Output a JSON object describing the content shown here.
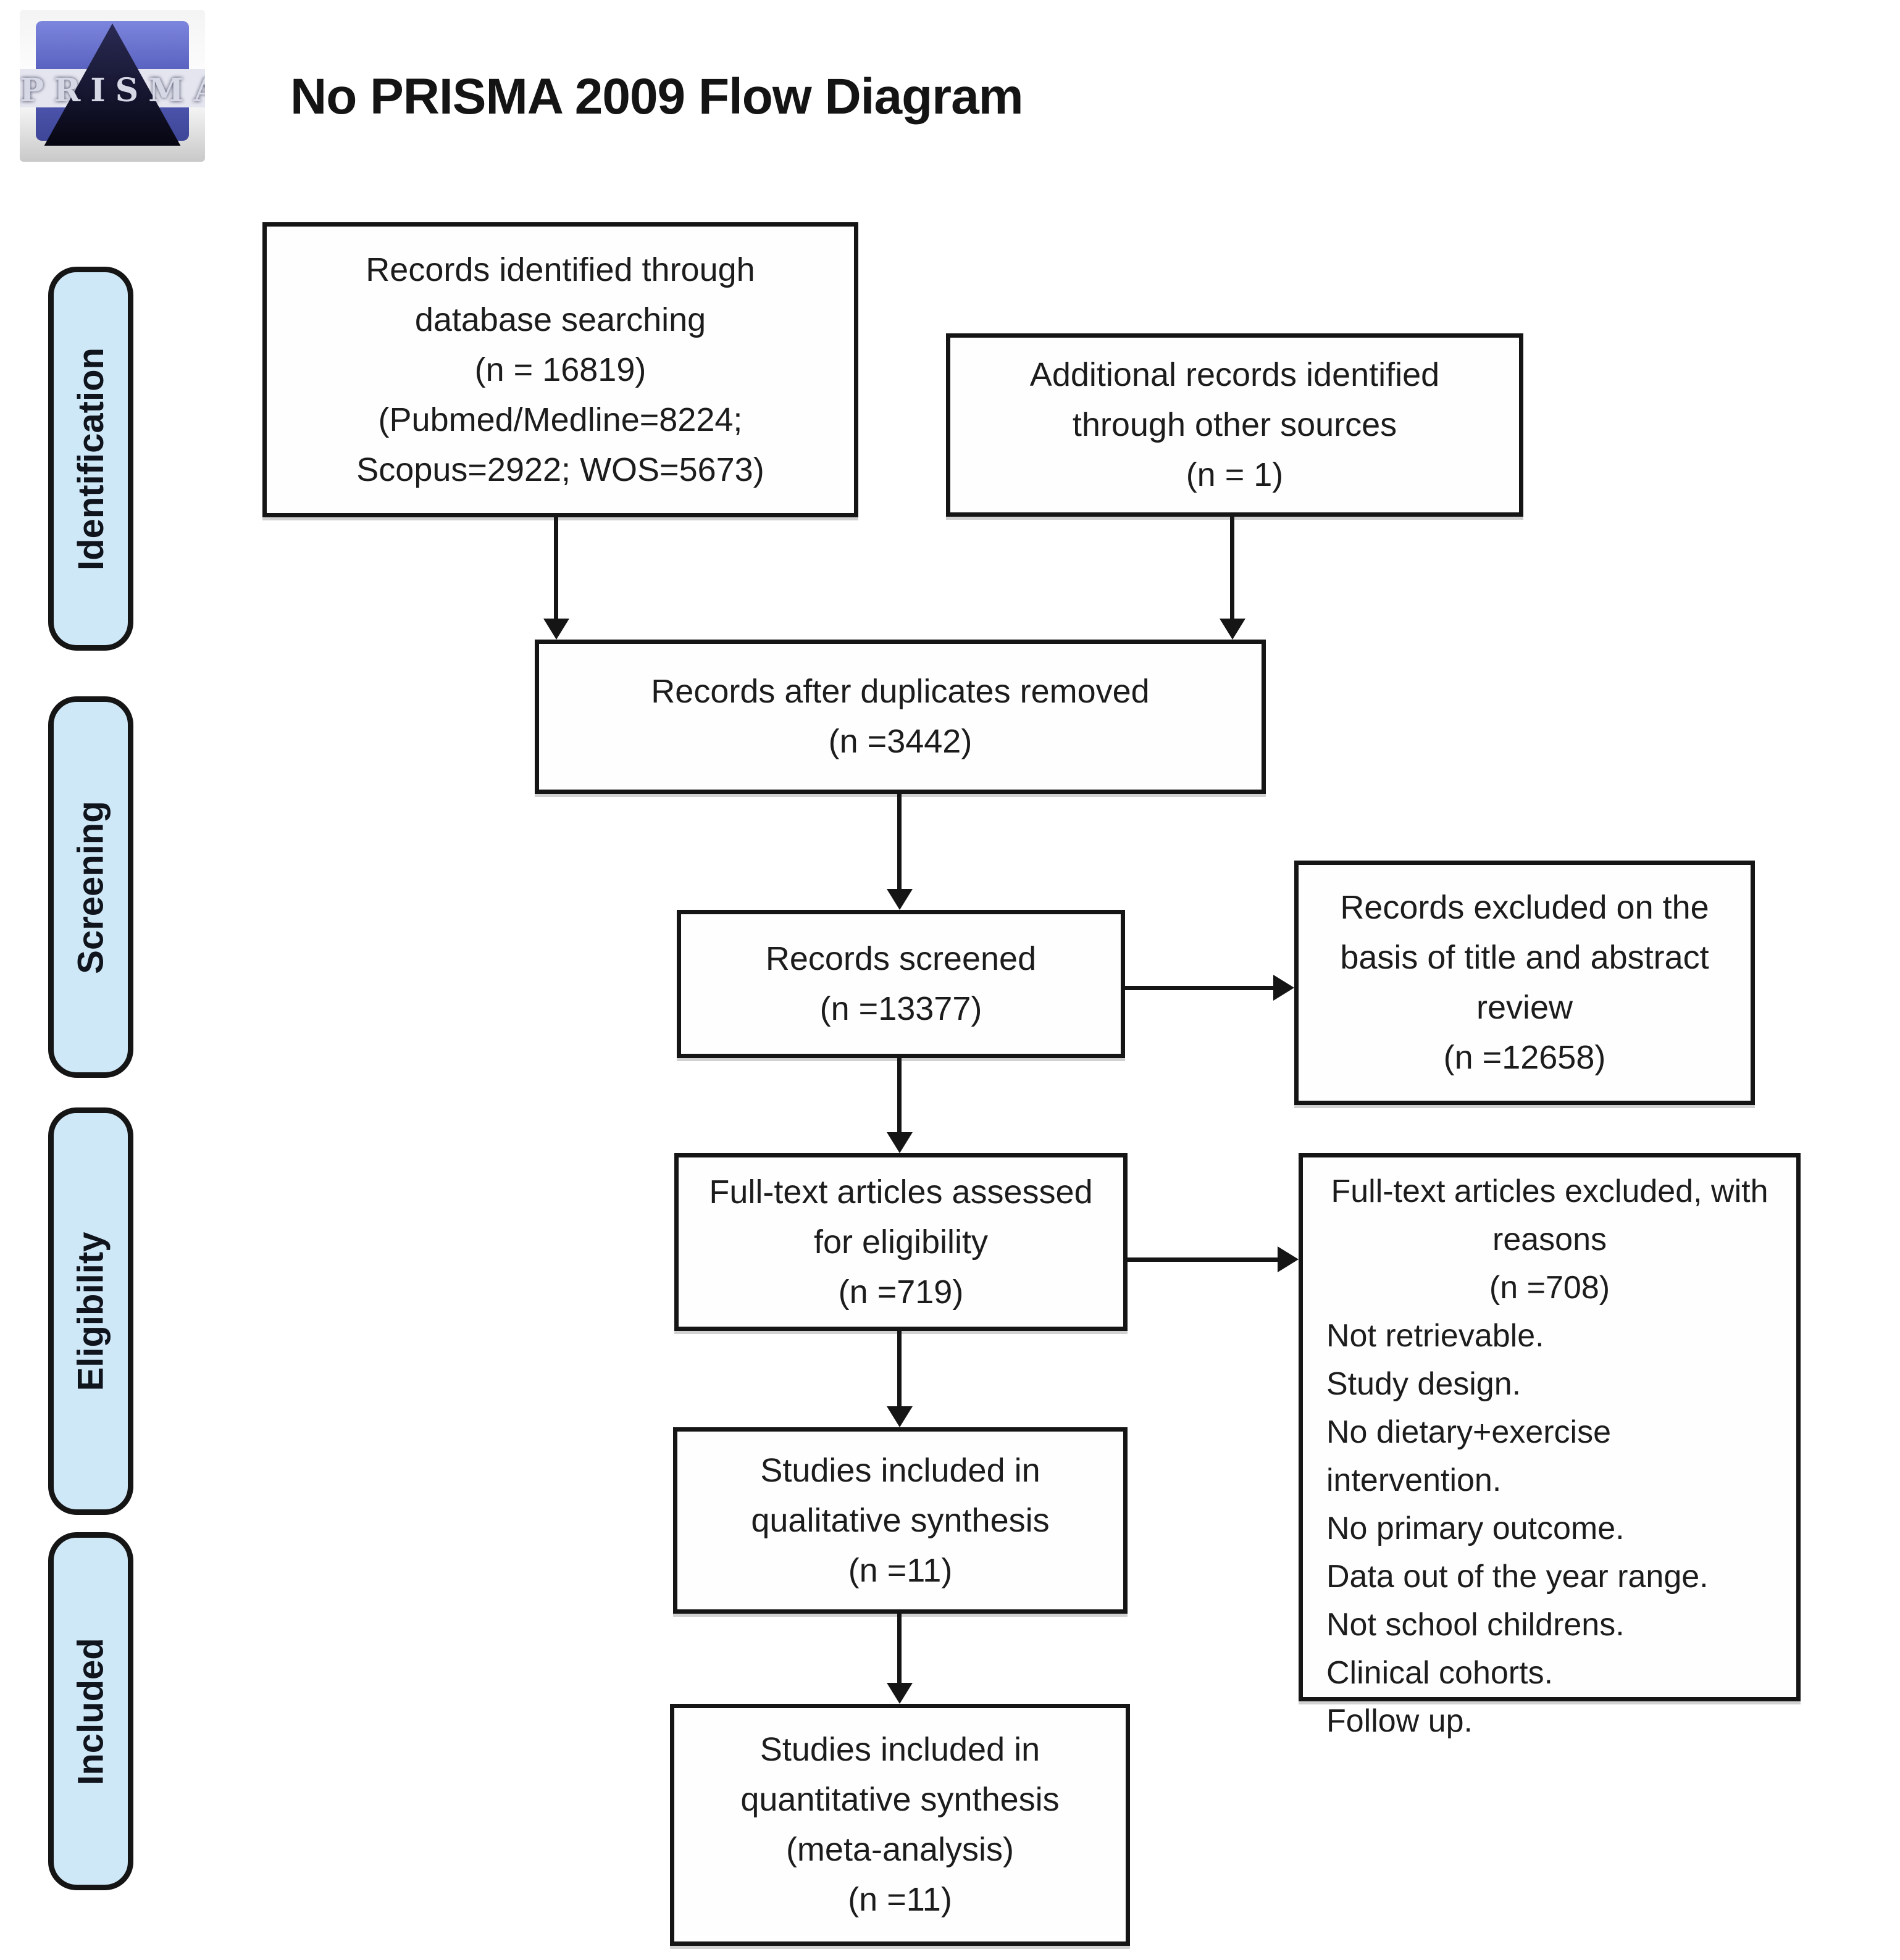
{
  "page": {
    "title": "No PRISMA 2009 Flow Diagram"
  },
  "logo": {
    "text": "PRISMA"
  },
  "sidebar": {
    "stages": [
      {
        "label": "Identification"
      },
      {
        "label": "Screening"
      },
      {
        "label": "Eligibility"
      },
      {
        "label": "Included"
      }
    ]
  },
  "flow": {
    "records_identified": {
      "text": "Records identified through\ndatabase searching\n(n = 16819)\n(Pubmed/Medline=8224;\nScopus=2922; WOS=5673)"
    },
    "additional_records": {
      "text": "Additional records identified\nthrough other sources\n(n = 1)"
    },
    "duplicates_removed": {
      "text": "Records after duplicates removed\n(n =3442)"
    },
    "records_screened": {
      "text": "Records screened\n(n =13377)"
    },
    "records_excluded": {
      "text": "Records excluded on the\nbasis of title and abstract\nreview\n(n =12658)"
    },
    "fulltext_assessed": {
      "text": "Full-text articles assessed\nfor eligibility\n(n =719)"
    },
    "fulltext_excluded": {
      "title": "Full-text articles excluded, with\nreasons\n(n =708)",
      "reasons": "Not retrievable.\nStudy design.\nNo dietary+exercise intervention.\nNo primary outcome.\nData out of the year range.\nNot school childrens.\nClinical cohorts.\nFollow up."
    },
    "qualitative_synthesis": {
      "text": "Studies included in\nqualitative synthesis\n(n =11)"
    },
    "quantitative_synthesis": {
      "text": "Studies included in\nquantitative synthesis\n(meta-analysis)\n(n =11)"
    }
  },
  "colors": {
    "sidebar_fill": "#cfe8f8",
    "line": "#151515",
    "logo_blue": "#5a63c0",
    "logo_dark": "#15152e"
  }
}
